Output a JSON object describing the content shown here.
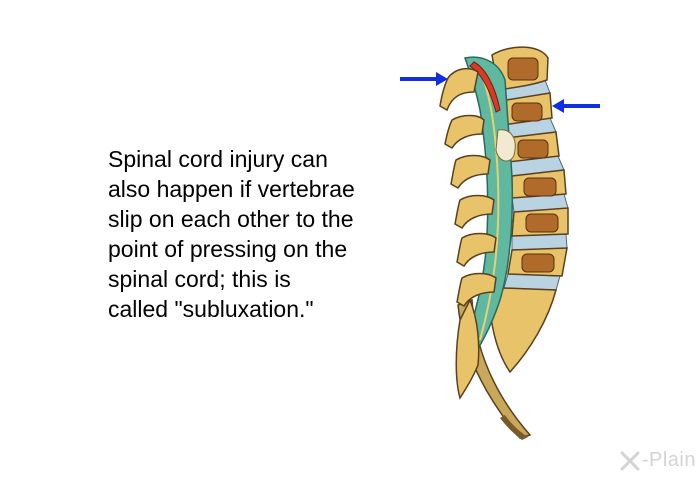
{
  "caption": {
    "lines": [
      "Spinal cord injury can",
      "also happen if vertebrae",
      "slip on each other to the",
      "point of pressing on the",
      "spinal cord; this is",
      "called \"subluxation.\""
    ]
  },
  "illustration": {
    "icon": "spine-subluxation-illustration",
    "arrow_color": "#1030e0",
    "bone_color": "#e8c36a",
    "disc_color": "#b9d3e3",
    "cord_color": "#5fb8a0"
  },
  "watermark": {
    "text": "-Plain",
    "mark": "X"
  }
}
